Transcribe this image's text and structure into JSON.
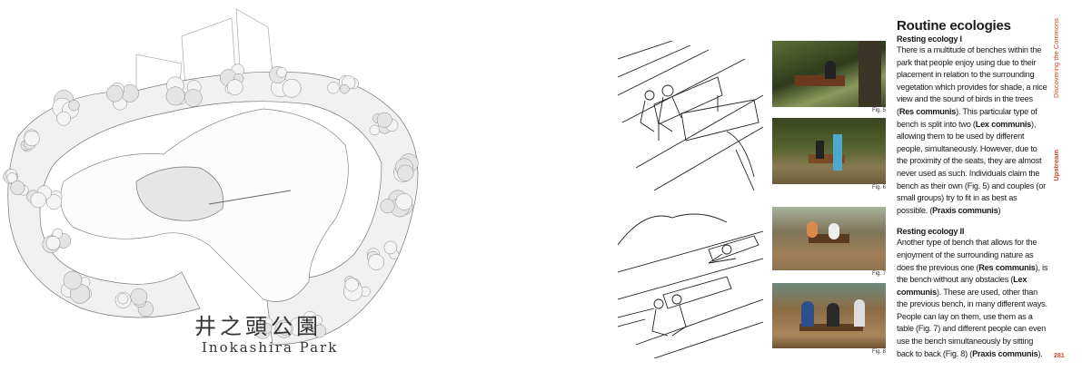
{
  "map": {
    "title_jp": "井之頭公園",
    "title_en": "Inokashira Park"
  },
  "figures": [
    {
      "label": "Fig. 5"
    },
    {
      "label": "Fig. 6"
    },
    {
      "label": "Fig. 7"
    },
    {
      "label": "Fig. 8"
    }
  ],
  "article": {
    "title": "Routine ecologies",
    "sections": [
      {
        "heading": "Resting ecology I",
        "segments": [
          {
            "t": "There is a multitude of benches within the park that people enjoy using due to their placement in relation to the surrounding vegetation which provides for shade, a nice view and the sound of birds in the trees ("
          },
          {
            "t": "Res communis",
            "b": true
          },
          {
            "t": "). This particular type of bench is split into two ("
          },
          {
            "t": "Lex communis",
            "b": true
          },
          {
            "t": "), allowing them to be used by different people, simultaneously. However, due to the proximity of the seats, they are almost never used as such. Individuals claim the bench as their own (Fig. 5) and couples (or small groups) try to fit in as best as possible. ("
          },
          {
            "t": "Praxis communis",
            "b": true
          },
          {
            "t": ")"
          }
        ]
      },
      {
        "heading": "Resting ecology II",
        "segments": [
          {
            "t": "Another type of bench that allows for the enjoyment of the surrounding nature as does the previous one ("
          },
          {
            "t": "Res communis",
            "b": true
          },
          {
            "t": "), is the bench without any obstacles ("
          },
          {
            "t": "Lex communis",
            "b": true
          },
          {
            "t": "). These are used, other than the previous bench, in many different ways. People can lay on them, use them as a table (Fig. 7) and different people can even use the bench simultaneously by sitting back to back (Fig. 8) ("
          },
          {
            "t": "Praxis communis",
            "b": true
          },
          {
            "t": ")."
          }
        ]
      }
    ]
  },
  "sidebar": {
    "chapter": "Discovering the Commons",
    "section": "Upstream"
  },
  "page_number": "281",
  "colors": {
    "accent": "#d6452a"
  }
}
